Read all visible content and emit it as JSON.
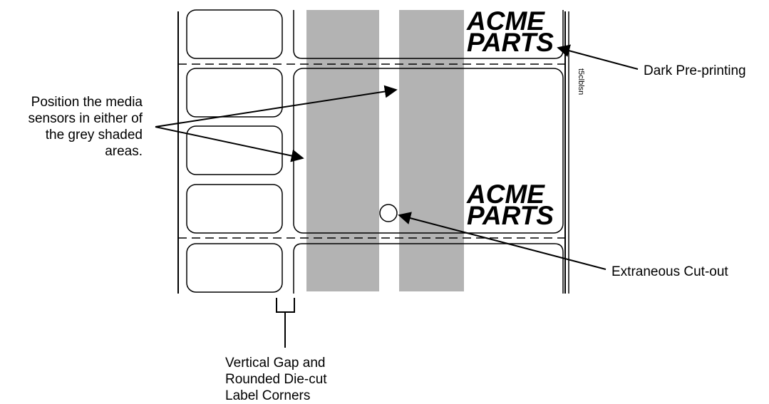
{
  "callouts": {
    "position_sensors": [
      "Position the media",
      "sensors in either of",
      "the grey shaded",
      "areas."
    ],
    "dark_preprinting": "Dark Pre-printing",
    "extraneous_cutout": "Extraneous Cut-out",
    "vertical_gap": [
      "Vertical Gap and",
      "Rounded Die-cut",
      "Label Corners"
    ]
  },
  "logo": {
    "line1": "ACME",
    "line2": "PARTS"
  },
  "figure_code": "t5clblsn",
  "colors": {
    "shade": "#b3b3b3",
    "ink": "#000000",
    "background": "#ffffff"
  }
}
